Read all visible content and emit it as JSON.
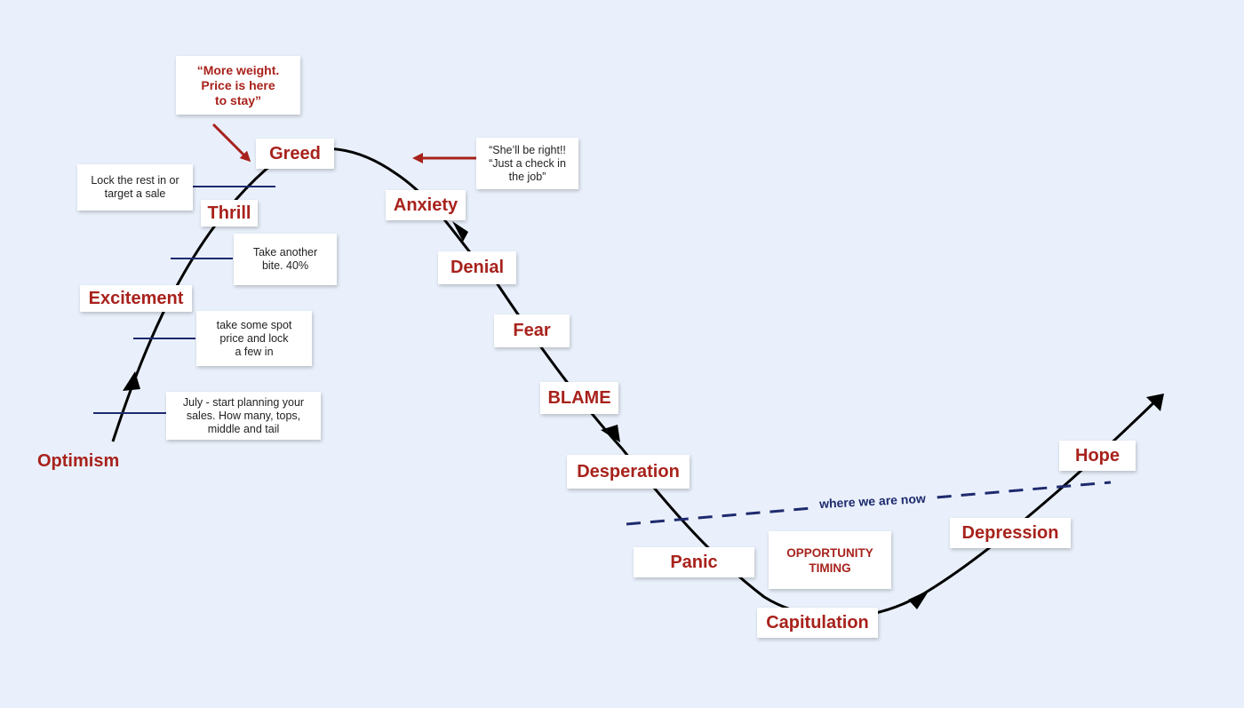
{
  "stages": {
    "optimism": "Optimism",
    "excitement": "Excitement",
    "thrill": "Thrill",
    "greed": "Greed",
    "anxiety": "Anxiety",
    "denial": "Denial",
    "fear": "Fear",
    "blame": "BLAME",
    "desperation": "Desperation",
    "panic": "Panic",
    "capitulation": "Capitulation",
    "depression": "Depression",
    "hope": "Hope"
  },
  "notes": {
    "lock_rest": "Lock the rest in or\ntarget a sale",
    "take_another": "Take another\nbite. 40%",
    "spot_price": "take some spot\nprice and lock\na few in",
    "july_plan": "July - start planning your\nsales. How many, tops,\nmiddle and tail",
    "more_weight": "“More weight.\nPrice is here\nto stay”",
    "shell_be_right": "“She’ll be right!!\n“Just a check in\nthe job”",
    "opportunity": "OPPORTUNITY\nTIMING"
  },
  "now_label": "where we are now",
  "colors": {
    "background": "#e9f0fb",
    "stage_text": "#a8221c",
    "curve": "#000000",
    "tick_lines": "#1e2a6e",
    "now_line": "#1e2a6e",
    "red_arrow": "#a8221c"
  }
}
